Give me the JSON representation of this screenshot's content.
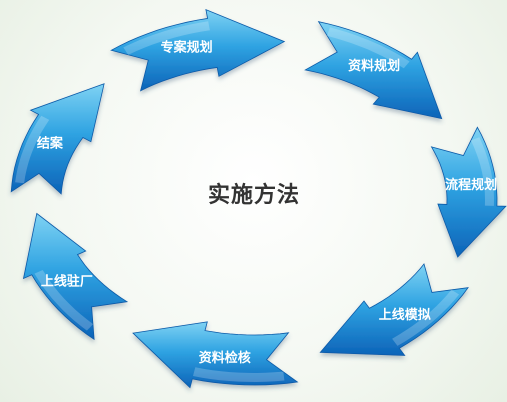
{
  "diagram": {
    "center_text": "实施方法",
    "steps": [
      {
        "label": "专案规划"
      },
      {
        "label": "资料规划"
      },
      {
        "label": "流程规划"
      },
      {
        "label": "上线模拟"
      },
      {
        "label": "资料检核"
      },
      {
        "label": "上线驻厂"
      },
      {
        "label": "结案"
      }
    ]
  },
  "colors": {
    "arrow_light": "#7fd2f3",
    "arrow_mid": "#2fa3e2",
    "arrow_dark": "#0c63b8",
    "text_white": "#ffffff",
    "center_text": "#333333"
  }
}
